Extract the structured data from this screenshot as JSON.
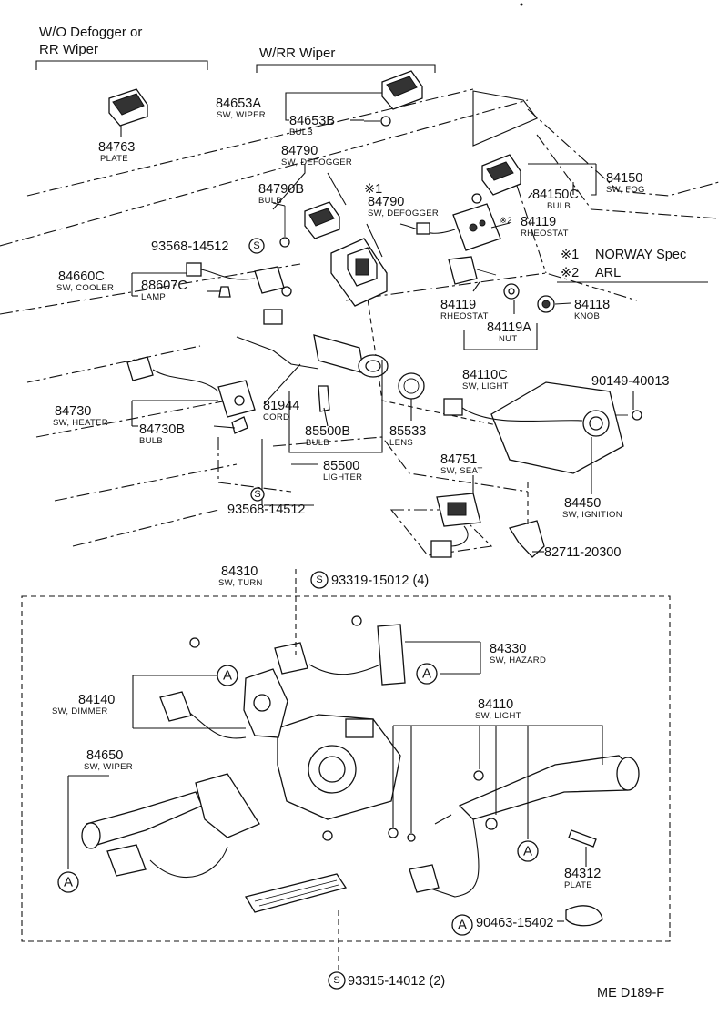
{
  "headers": {
    "wo_defogger_line1": "W/O Defogger or",
    "wo_defogger_line2": "RR Wiper",
    "w_rr_wiper": "W/RR Wiper"
  },
  "notes": {
    "note1_mark": "※1",
    "note1_text": "NORWAY Spec",
    "note2_mark": "※2",
    "note2_text": "ARL"
  },
  "parts": {
    "p84653A": {
      "number": "84653A",
      "desc": "SW, WIPER"
    },
    "p84653B": {
      "number": "84653B",
      "desc": "BULB"
    },
    "p84763": {
      "number": "84763",
      "desc": "PLATE"
    },
    "p84790": {
      "number": "84790",
      "desc": "SW, DEFOGGER"
    },
    "p84790B": {
      "number": "84790B",
      "desc": "BULB"
    },
    "p84790n": {
      "number": "84790",
      "desc": "SW, DEFOGGER",
      "mark": "※1"
    },
    "p84150": {
      "number": "84150",
      "desc": "SW, FOG"
    },
    "p84150C": {
      "number": "84150C",
      "desc": "BULB"
    },
    "p84119r": {
      "number": "84119",
      "desc": "RHEOSTAT",
      "mark": "※2"
    },
    "s93568a": {
      "number": "93568-14512"
    },
    "p84660C": {
      "number": "84660C",
      "desc": "SW, COOLER"
    },
    "p88607C": {
      "number": "88607C",
      "desc": "LAMP"
    },
    "p84119": {
      "number": "84119",
      "desc": "RHEOSTAT"
    },
    "p84119A": {
      "number": "84119A",
      "desc": "NUT"
    },
    "p84118": {
      "number": "84118",
      "desc": "KNOB"
    },
    "p84110C": {
      "number": "84110C",
      "desc": "SW, LIGHT"
    },
    "b90149": {
      "number": "90149-40013"
    },
    "p84730": {
      "number": "84730",
      "desc": "SW, HEATER"
    },
    "p84730B": {
      "number": "84730B",
      "desc": "BULB"
    },
    "p81944": {
      "number": "81944",
      "desc": "CORD"
    },
    "p85500B": {
      "number": "85500B",
      "desc": "BULB"
    },
    "p85533": {
      "number": "85533",
      "desc": "LENS"
    },
    "p85500": {
      "number": "85500",
      "desc": "LIGHTER"
    },
    "p84751": {
      "number": "84751",
      "desc": "SW, SEAT"
    },
    "p84450": {
      "number": "84450",
      "desc": "SW, IGNITION"
    },
    "s93568b": {
      "number": "93568-14512"
    },
    "p82711": {
      "number": "82711-20300"
    },
    "p84310": {
      "number": "84310",
      "desc": "SW, TURN"
    },
    "s93319": {
      "number": "93319-15012 (4)"
    },
    "p84330": {
      "number": "84330",
      "desc": "SW, HAZARD"
    },
    "p84140": {
      "number": "84140",
      "desc": "SW, DIMMER"
    },
    "p84110": {
      "number": "84110",
      "desc": "SW, LIGHT"
    },
    "p84650": {
      "number": "84650",
      "desc": "SW, WIPER"
    },
    "p84312": {
      "number": "84312",
      "desc": "PLATE"
    },
    "p90463": {
      "number": "90463-15402"
    },
    "s93315": {
      "number": "93315-14012 (2)"
    }
  },
  "markers": {
    "a": "A",
    "s": "S"
  },
  "footer": {
    "code": "ME D189-F"
  }
}
